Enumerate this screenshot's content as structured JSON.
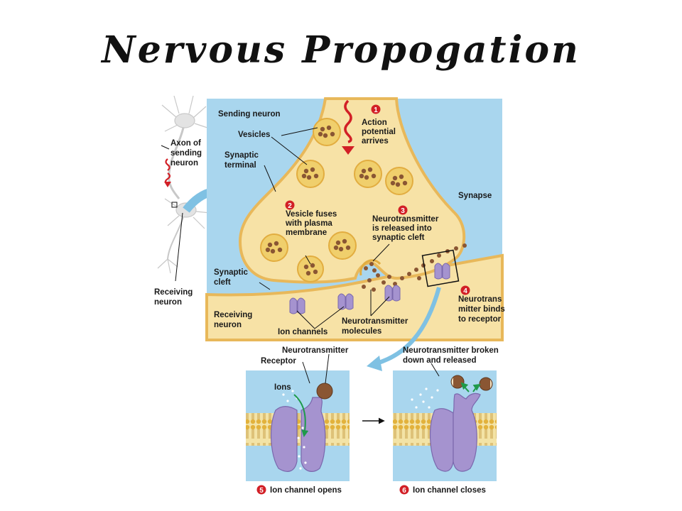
{
  "title": "Nervous Propogation",
  "labels": {
    "axon": [
      "Axon of",
      "sending",
      "neuron"
    ],
    "receiving_neuron_left": [
      "Receiving",
      "neuron"
    ],
    "sending_neuron": "Sending neuron",
    "vesicles": "Vesicles",
    "synaptic_terminal": [
      "Synaptic",
      "terminal"
    ],
    "synaptic_cleft": [
      "Synaptic",
      "cleft"
    ],
    "receiving_neuron_panel": [
      "Receiving",
      "neuron"
    ],
    "ion_channels": "Ion channels",
    "nt_molecules": [
      "Neurotransmitter",
      "molecules"
    ],
    "synapse": "Synapse",
    "receptor": "Receptor",
    "neurotransmitter": "Neurotransmitter",
    "ions": "Ions",
    "nt_broken": [
      "Neurotransmitter broken",
      "down and released"
    ]
  },
  "steps": [
    {
      "num": "1",
      "lines": [
        "Action",
        "potential",
        "arrives"
      ]
    },
    {
      "num": "2",
      "lines": [
        "Vesicle fuses",
        "with plasma",
        "membrane"
      ]
    },
    {
      "num": "3",
      "lines": [
        "Neurotransmitter",
        "is released into",
        "synaptic cleft"
      ]
    },
    {
      "num": "4",
      "lines": [
        "Neurotrans",
        "mitter binds",
        "to receptor"
      ]
    },
    {
      "num": "5",
      "lines": [
        "Ion channel opens"
      ]
    },
    {
      "num": "6",
      "lines": [
        "Ion channel closes"
      ]
    }
  ],
  "colors": {
    "cleft_blue": "#a9d6ee",
    "cytoplasm": "#f7e2a6",
    "membrane": "#e8b85a",
    "channel": "#a593cf",
    "step_badge": "#d21f26",
    "arrow_blue": "#7fc1e3"
  }
}
